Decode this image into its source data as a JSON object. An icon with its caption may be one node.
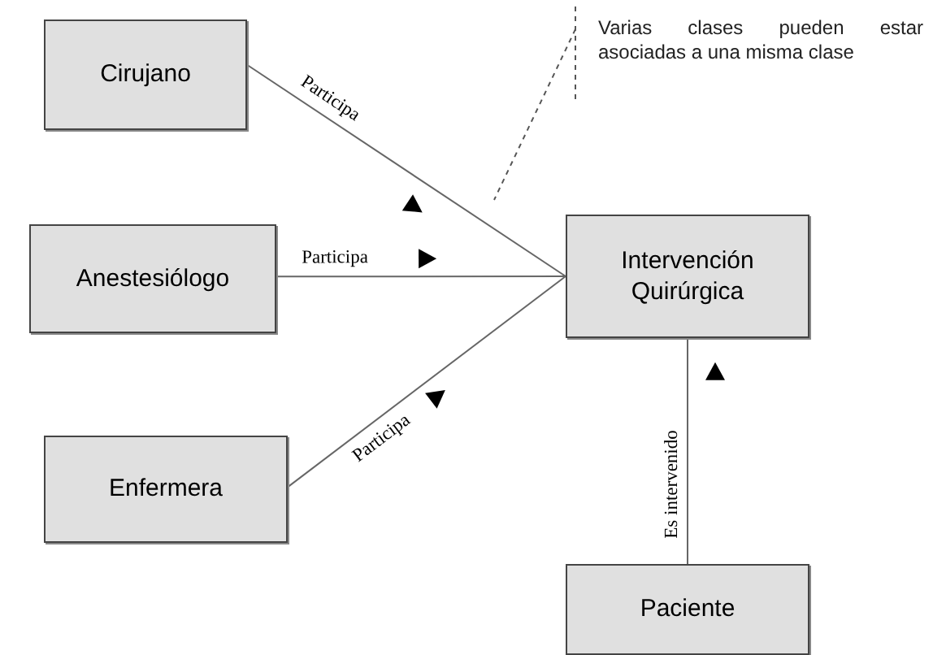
{
  "diagram": {
    "nodes": [
      {
        "text": [
          "Cirujano"
        ]
      },
      {
        "text": [
          "Anestesiólogo"
        ]
      },
      {
        "text": [
          "Enfermera"
        ]
      },
      {
        "text": [
          "Intervención Quirúrgica"
        ]
      },
      {
        "text": [
          "Paciente"
        ]
      },
      {
        "text": [
          "Varias clases pueden estar asociadas a una misma clase"
        ]
      }
    ],
    "edges": [
      {
        "from": 0,
        "to": 3,
        "arrow": "none",
        "label": "Participa"
      },
      {
        "from": 1,
        "to": 3,
        "arrow": "none",
        "label": "Participa"
      },
      {
        "from": 2,
        "to": 3,
        "arrow": "none",
        "label": "Participa"
      },
      {
        "from": 4,
        "to": 3,
        "arrow": "none",
        "label": "Es intervenido"
      },
      {
        "from": 5,
        "to": null,
        "arrow": "none",
        "style": "dashed"
      }
    ]
  }
}
